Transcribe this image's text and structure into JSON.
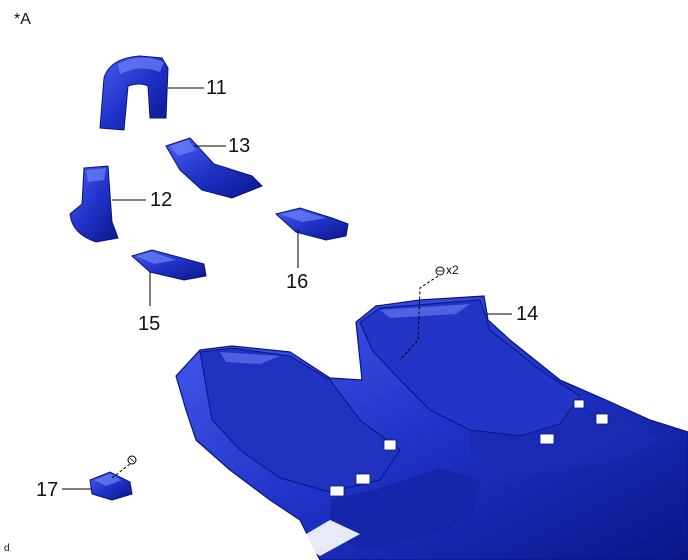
{
  "view_label": "*A",
  "corner_mark": "d",
  "callouts": {
    "c11": "11",
    "c12": "12",
    "c13": "13",
    "c14": "14",
    "c15": "15",
    "c16": "16",
    "c17": "17"
  },
  "quantity_label": "x2",
  "colors": {
    "part_fill": "#1c2fc4",
    "part_dark": "#0a1480",
    "part_light": "#5a6ff0",
    "leader": "#000000"
  }
}
